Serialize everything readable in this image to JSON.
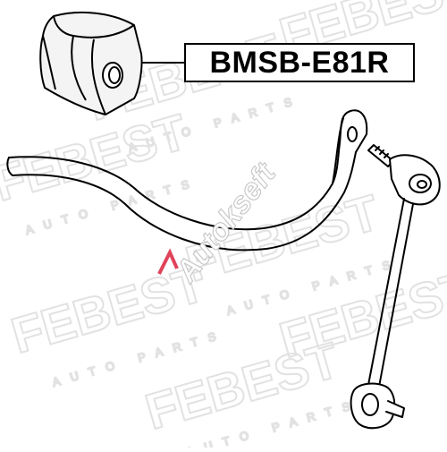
{
  "diagram": {
    "part_number": "BMSB-E81R",
    "watermark": {
      "brand": "FEBEST",
      "tagline": "AUTO PARTS",
      "seller_mark": "Autokseft"
    }
  }
}
